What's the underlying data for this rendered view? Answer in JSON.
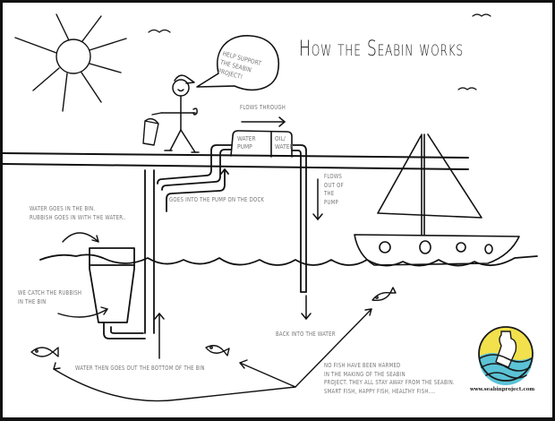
{
  "title": "How the Seabin works",
  "speech_bubble": {
    "lines": [
      "Help support",
      "the Seabin",
      "project!"
    ]
  },
  "pump_unit": {
    "water_pump": [
      "Water",
      "Pump"
    ],
    "oil_water": [
      "Oil/",
      "Water"
    ]
  },
  "labels": {
    "flows_through": "Flows through",
    "flows_out": [
      "Flows",
      "out of",
      "the",
      "pump"
    ],
    "water_in_bin": [
      "Water goes in the bin.",
      "Rubbish goes in with the water.."
    ],
    "pump_on_dock": "Goes into the pump on the dock",
    "catch_rubbish": [
      "We catch the rubbish",
      "in the bin"
    ],
    "back_into_water": "Back into the water",
    "out_bottom": "Water then goes out the bottom of the bin",
    "no_fish": [
      "No fish have been harmed",
      "in the making of the Seabin",
      "project. They all stay away from the Seabin.",
      "Smart fish, happy fish, healthy fish...."
    ]
  },
  "logo": {
    "url": "www.seabinproject.com",
    "colors": {
      "sun": "#f2e14c",
      "sea": "#5bc3d6",
      "outline": "#1a1a1a"
    }
  },
  "colors": {
    "line": "#111111",
    "text": "#777777",
    "background": "#ffffff"
  }
}
